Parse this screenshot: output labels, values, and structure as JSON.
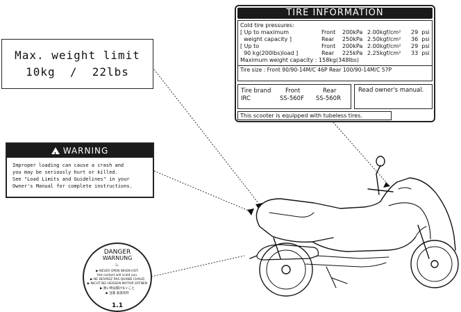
{
  "weight_label": {
    "line1": "Max. weight limit",
    "line2": "10kg  /  22lbs"
  },
  "warning_label": {
    "title": "WARNING",
    "body": "Improper loading can cause a crash and\nyou may be seriously hurt or killed.\nSee \"Load Limits and Guidelines\" in your\nOwner's Manual for complete instructions."
  },
  "danger_label": {
    "title": "DANGER",
    "subtitle": "WARNUNG",
    "lines": [
      "▶ NEVER OPEN WHEN HOT.",
      "Hot coolant will scald you.",
      "▶ NE DEVRIEZ PAS QUAND CHAUD",
      "▶ NICHT BEI HEISSEN MOTOR OFFNEN",
      "▶ 熱い時は開けないこと",
      "▶ 注意 高温勿开"
    ],
    "code": "1.1"
  },
  "tire_label": {
    "title": "TIRE INFORMATION",
    "cold_heading": "Cold tire pressures:",
    "rows": [
      {
        "cond": "[ Up to maximum",
        "pos": "Front",
        "kpa": "200kPa",
        "kgf": "2.00kgf/cm²",
        "psi": "29  psi"
      },
      {
        "cond": "  weight capacity ]",
        "pos": "Rear",
        "kpa": "250kPa",
        "kgf": "2.50kgf/cm²",
        "psi": "36  psi"
      },
      {
        "cond": "[ Up to",
        "pos": "Front",
        "kpa": "200kPa",
        "kgf": "2.00kgf/cm²",
        "psi": "29  psi"
      },
      {
        "cond": "  90 kg(200lbs)load ]",
        "pos": "Rear",
        "kpa": "225kPa",
        "kgf": "2.25kgf/cm²",
        "psi": "33  psi"
      }
    ],
    "max_capacity": "Maximum weight capacity : 158kg(348lbs)",
    "tire_size": "Tire size : Front 90/90-14M/C 46P Rear 100/90-14M/C 57P",
    "brand_header": [
      "Tire brand",
      "Front",
      "Rear"
    ],
    "brand_values": [
      "IRC",
      "SS-560F",
      "SS-560R"
    ],
    "manual_note": "Read owner's manual.",
    "tubeless_note": "This scooter is equipped with tubeless tires."
  }
}
